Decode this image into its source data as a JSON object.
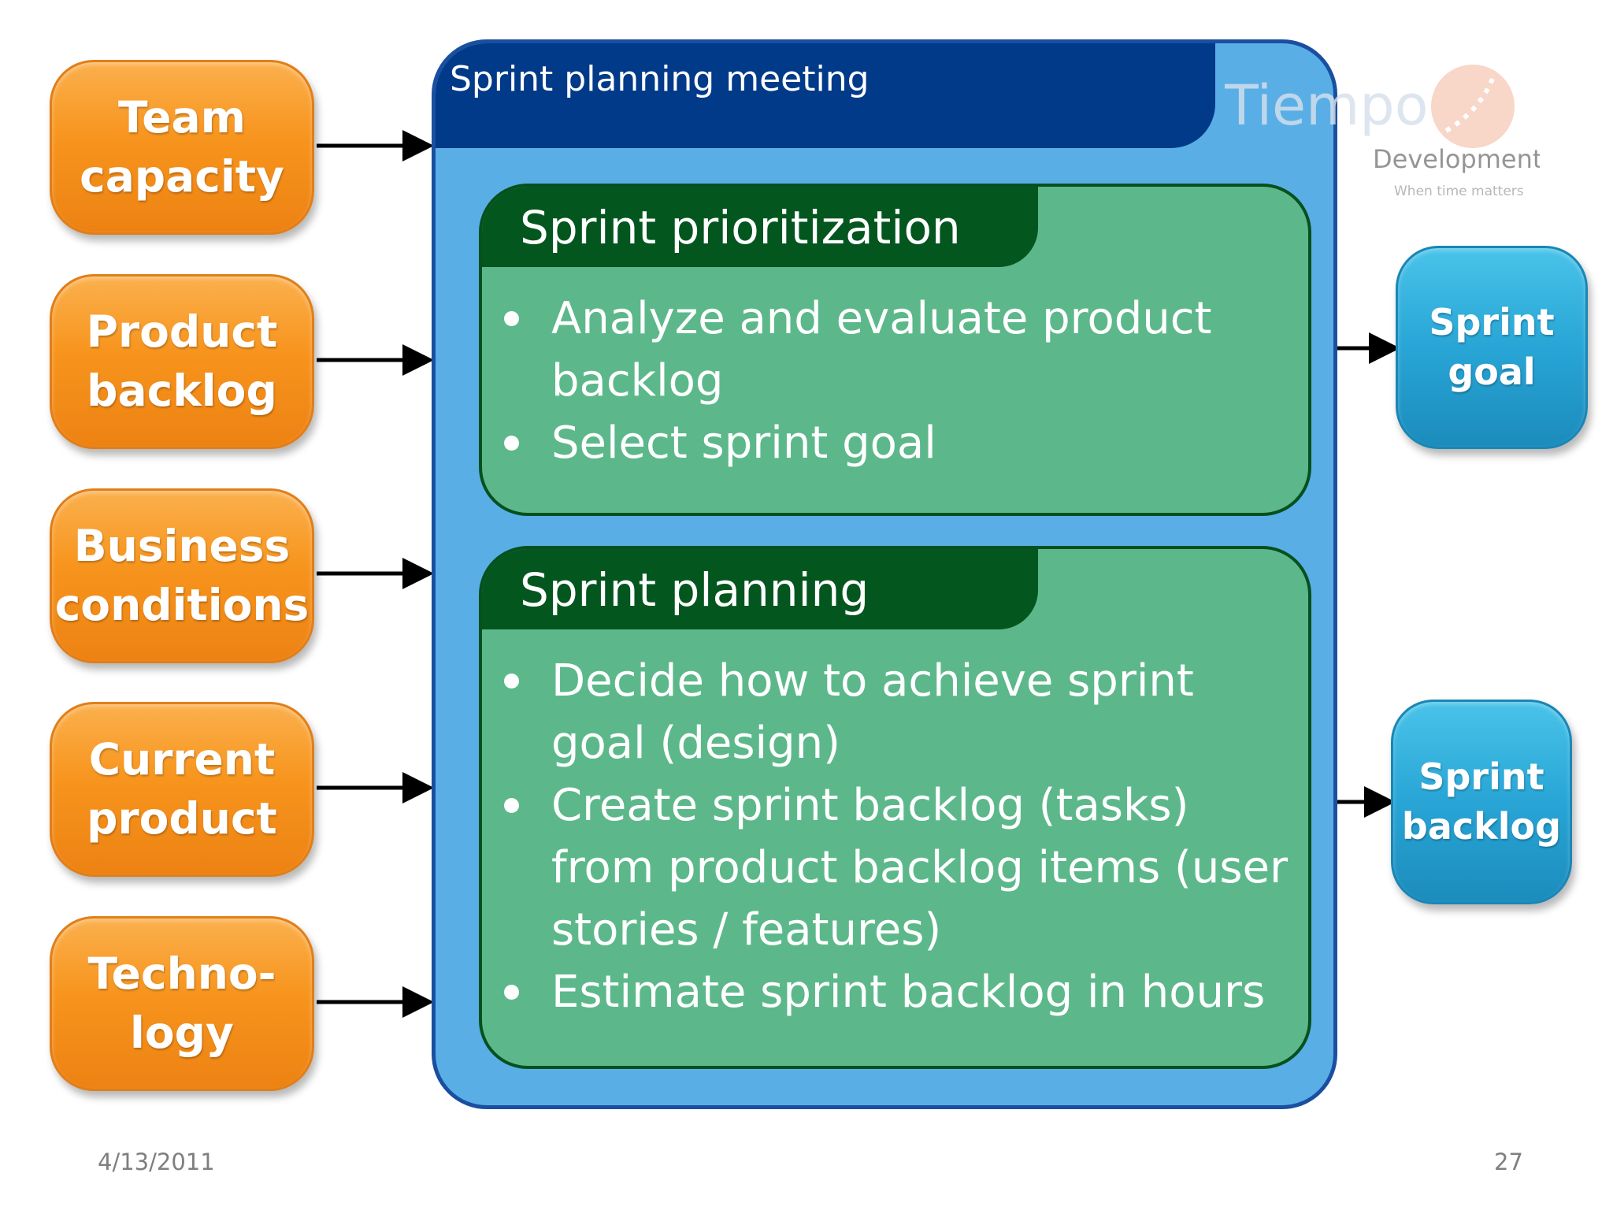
{
  "inputs": [
    {
      "label": "Team\ncapacity"
    },
    {
      "label": "Product\nbacklog"
    },
    {
      "label": "Business\nconditions"
    },
    {
      "label": "Current\nproduct"
    },
    {
      "label": "Techno-\nlogy"
    }
  ],
  "meeting": {
    "title": "Sprint planning meeting",
    "panels": [
      {
        "title": "Sprint prioritization",
        "bullets": [
          "Analyze and evaluate product backlog",
          "Select sprint goal"
        ]
      },
      {
        "title": "Sprint planning",
        "bullets": [
          "Decide how to achieve sprint goal (design)",
          "Create sprint backlog (tasks) from product backlog items (user stories / features)",
          "Estimate sprint backlog in hours"
        ]
      }
    ]
  },
  "outputs": [
    {
      "label": "Sprint\ngoal"
    },
    {
      "label": "Sprint\nbacklog"
    }
  ],
  "logo": {
    "name": "Tiempo",
    "subtitle": "Development",
    "tagline": "When time matters"
  },
  "footer": {
    "date": "4/13/2011",
    "page": "27"
  },
  "colors": {
    "input": "#f7941d",
    "output": "#28a5d6",
    "meeting_bg": "#5aaee6",
    "meeting_header": "#003a88",
    "panel_bg": "#5cb88a",
    "panel_header": "#04561f"
  }
}
